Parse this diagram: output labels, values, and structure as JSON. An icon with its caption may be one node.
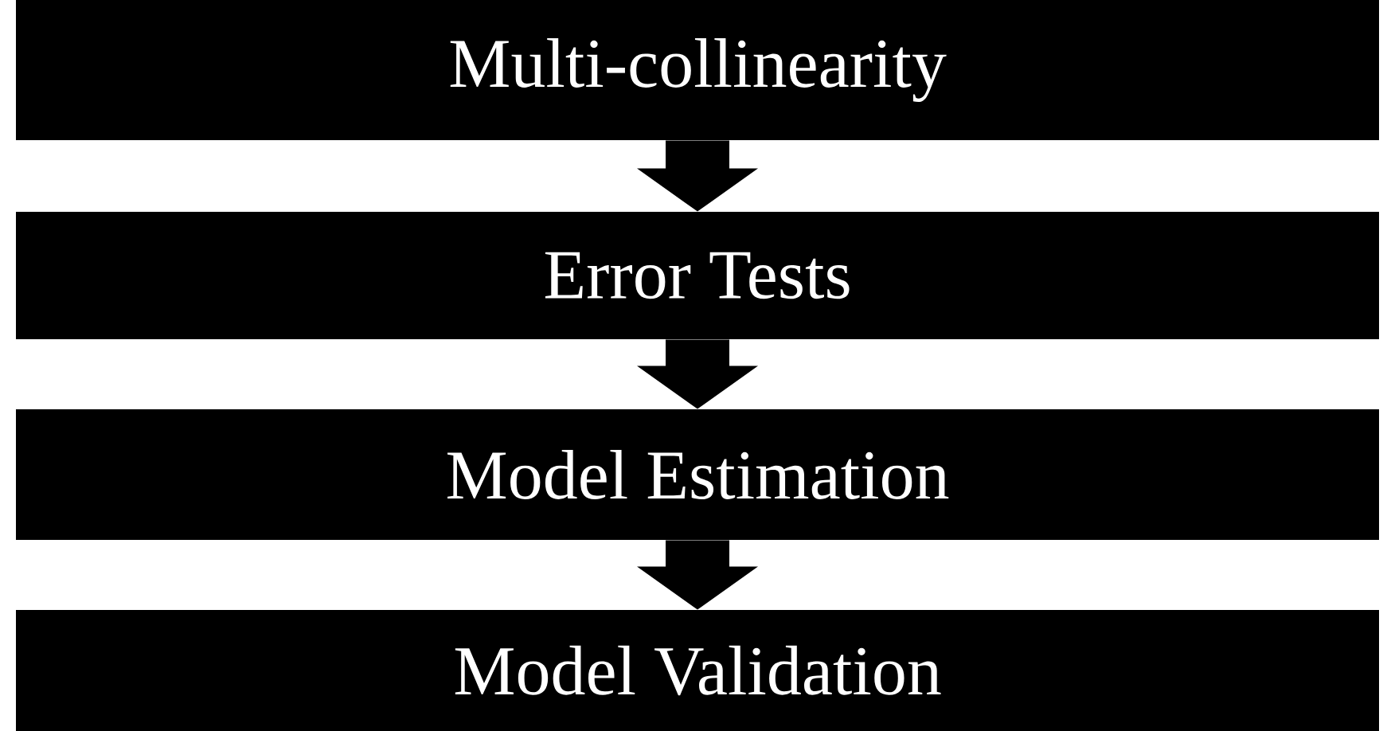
{
  "diagram": {
    "nodes": [
      {
        "text": [
          "Multi-collinearity"
        ]
      },
      {
        "text": [
          "Error Tests"
        ]
      },
      {
        "text": [
          "Model Estimation"
        ]
      },
      {
        "text": [
          "Model Validation"
        ]
      }
    ],
    "edges": [
      {
        "from": 0,
        "to": 1,
        "arrow": "to"
      },
      {
        "from": 1,
        "to": 2,
        "arrow": "to"
      },
      {
        "from": 2,
        "to": 3,
        "arrow": "to"
      }
    ]
  }
}
